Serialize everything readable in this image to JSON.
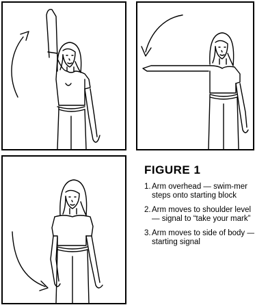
{
  "figure": {
    "title": "FIGURE 1",
    "steps": [
      {
        "number": "1.",
        "text": "Arm overhead — swim-mer steps onto starting block"
      },
      {
        "number": "2.",
        "text": "Arm moves to shoulder level — signal to “take your mark”"
      },
      {
        "number": "3.",
        "text": "Arm moves to side of body — starting signal"
      }
    ]
  },
  "illustrations": [
    {
      "panel": 1,
      "arm_position": "overhead",
      "arrow": "upward"
    },
    {
      "panel": 2,
      "arm_position": "shoulder-level",
      "arrow": "downward-curve"
    },
    {
      "panel": 3,
      "arm_position": "side-of-body",
      "arrow": "downward-curve"
    }
  ]
}
